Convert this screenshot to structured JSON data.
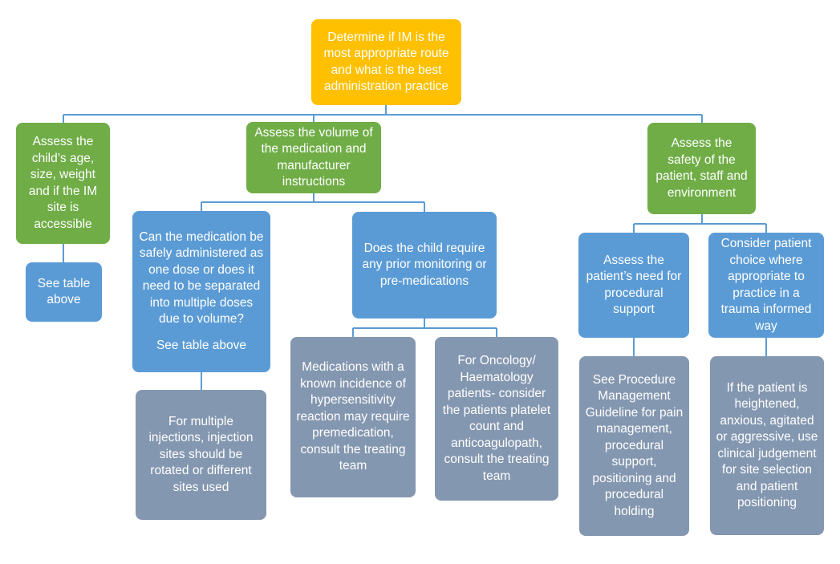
{
  "diagram": {
    "colors": {
      "root": "#FFC000",
      "level1": "#70AD47",
      "level2": "#5B9BD5",
      "level3": "#8497B0",
      "connector": "#5B9BD5"
    },
    "root": {
      "text": "Determine if IM is the most appropriate route and what is the best administration practice"
    },
    "age_size": {
      "text": "Assess the child’s age, size, weight and if the IM site is accessible"
    },
    "see_table_1": {
      "text": "See table above"
    },
    "volume": {
      "text": "Assess the volume of the medication and manufacturer instructions"
    },
    "safety": {
      "text": "Assess the safety of the patient, staff and environment"
    },
    "single_dose": {
      "text": "Can the medication be safely administered as one dose or does it need to be separated into multiple doses due to volume?",
      "subtext": "See table above"
    },
    "multiple_injections": {
      "text": "For multiple injections, injection sites should be rotated or different sites used"
    },
    "prior_monitoring": {
      "text": "Does the child require any prior monitoring or pre-medications"
    },
    "hypersensitivity": {
      "text": "Medications with a known incidence of hypersensitivity reaction may require premedication, consult the treating team"
    },
    "oncology": {
      "text": "For Oncology/ Haematology patients- consider the patients platelet count and anticoagulopath, consult the treating team"
    },
    "procedural_support": {
      "text": "Assess the patient’s need for procedural support"
    },
    "procedure_guideline": {
      "text": "See Procedure Management Guideline for pain management, procedural support, positioning and procedural holding"
    },
    "patient_choice": {
      "text": "Consider patient choice where appropriate to practice in a trauma informed way"
    },
    "heightened": {
      "text": "If the patient is heightened, anxious, agitated or aggressive, use clinical judgement for site selection and patient positioning"
    }
  }
}
